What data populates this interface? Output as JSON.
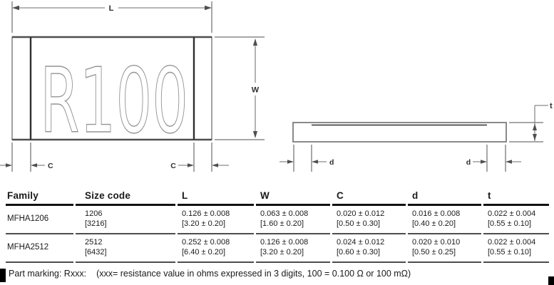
{
  "front_view": {
    "part_marking": "R100",
    "dim_l": "L",
    "dim_w": "W",
    "dim_c_left": "C",
    "dim_c_right": "C"
  },
  "side_view": {
    "dim_t": "t",
    "dim_d_left": "d",
    "dim_d_right": "d"
  },
  "table": {
    "headers": [
      "Family",
      "Size code",
      "L",
      "W",
      "C",
      "d",
      "t"
    ],
    "rows": [
      {
        "family": "MFHA1206",
        "size_code": [
          "1206",
          "[3216]"
        ],
        "l": [
          "0.126 ± 0.008",
          "[3.20 ± 0.20]"
        ],
        "w": [
          "0.063 ± 0.008",
          "[1.60 ± 0.20]"
        ],
        "c": [
          "0.020 ± 0.012",
          "[0.50 ± 0.30]"
        ],
        "d": [
          "0.016 ± 0.008",
          "[0.40 ± 0.20]"
        ],
        "t": [
          "0.022 ± 0.004",
          "[0.55 ± 0.10]"
        ]
      },
      {
        "family": "MFHA2512",
        "size_code": [
          "2512",
          "[6432]"
        ],
        "l": [
          "0.252 ± 0.008",
          "[6.40 ± 0.20]"
        ],
        "w": [
          "0.126 ± 0.008",
          "[3.20 ± 0.20]"
        ],
        "c": [
          "0.024 ± 0.012",
          "[0.60 ± 0.30]"
        ],
        "d": [
          "0.020 ± 0.010",
          "[0.50 ± 0.25]"
        ],
        "t": [
          "0.022 ± 0.004",
          "[0.55 ± 0.10]"
        ]
      }
    ]
  },
  "footer": {
    "part_marking_label": "Part marking: Rxxx:",
    "part_marking_note": "(xxx= resistance value in ohms expressed in 3 digits, 100 = 0.100 Ω or 100 mΩ)"
  },
  "colors": {
    "dim_line": "#8a8a8a",
    "body_outline": "#8a8a8a",
    "body_edge_dark": "#4f4f4f",
    "cap_line": "#2f2f2f",
    "arrow": "#4f4f4f",
    "text": "#1a1a1a"
  }
}
